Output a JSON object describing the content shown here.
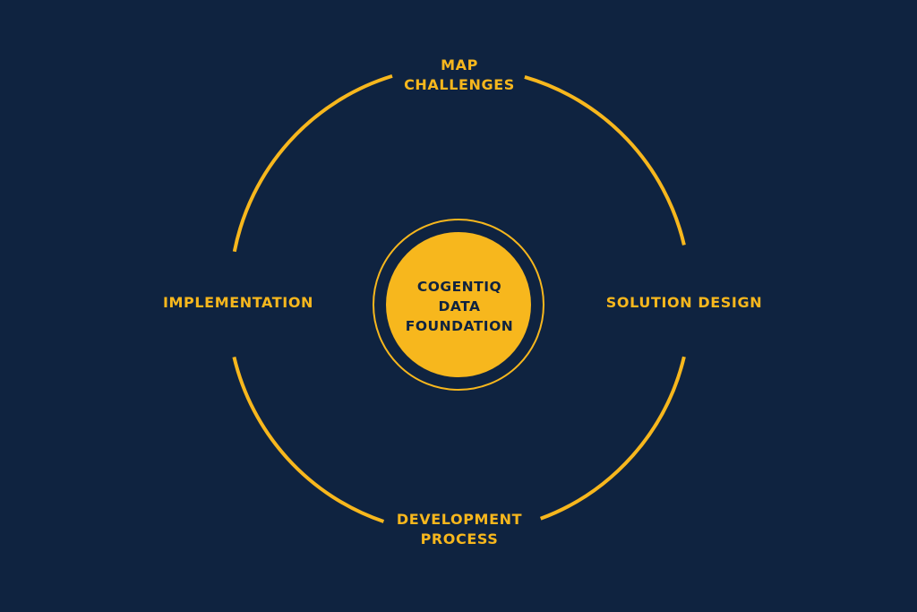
{
  "colors": {
    "background": "#0f2340",
    "accent": "#f7b71d"
  },
  "center": {
    "lines": [
      "COGENTIQ",
      "DATA",
      "FOUNDATION"
    ]
  },
  "stages": {
    "top": {
      "lines": [
        "MAP",
        "CHALLENGES"
      ]
    },
    "right": {
      "lines": [
        "SOLUTION DESIGN"
      ]
    },
    "bottom": {
      "lines": [
        "DEVELOPMENT",
        "PROCESS"
      ]
    },
    "left": {
      "lines": [
        "IMPLEMENTATION"
      ]
    }
  }
}
